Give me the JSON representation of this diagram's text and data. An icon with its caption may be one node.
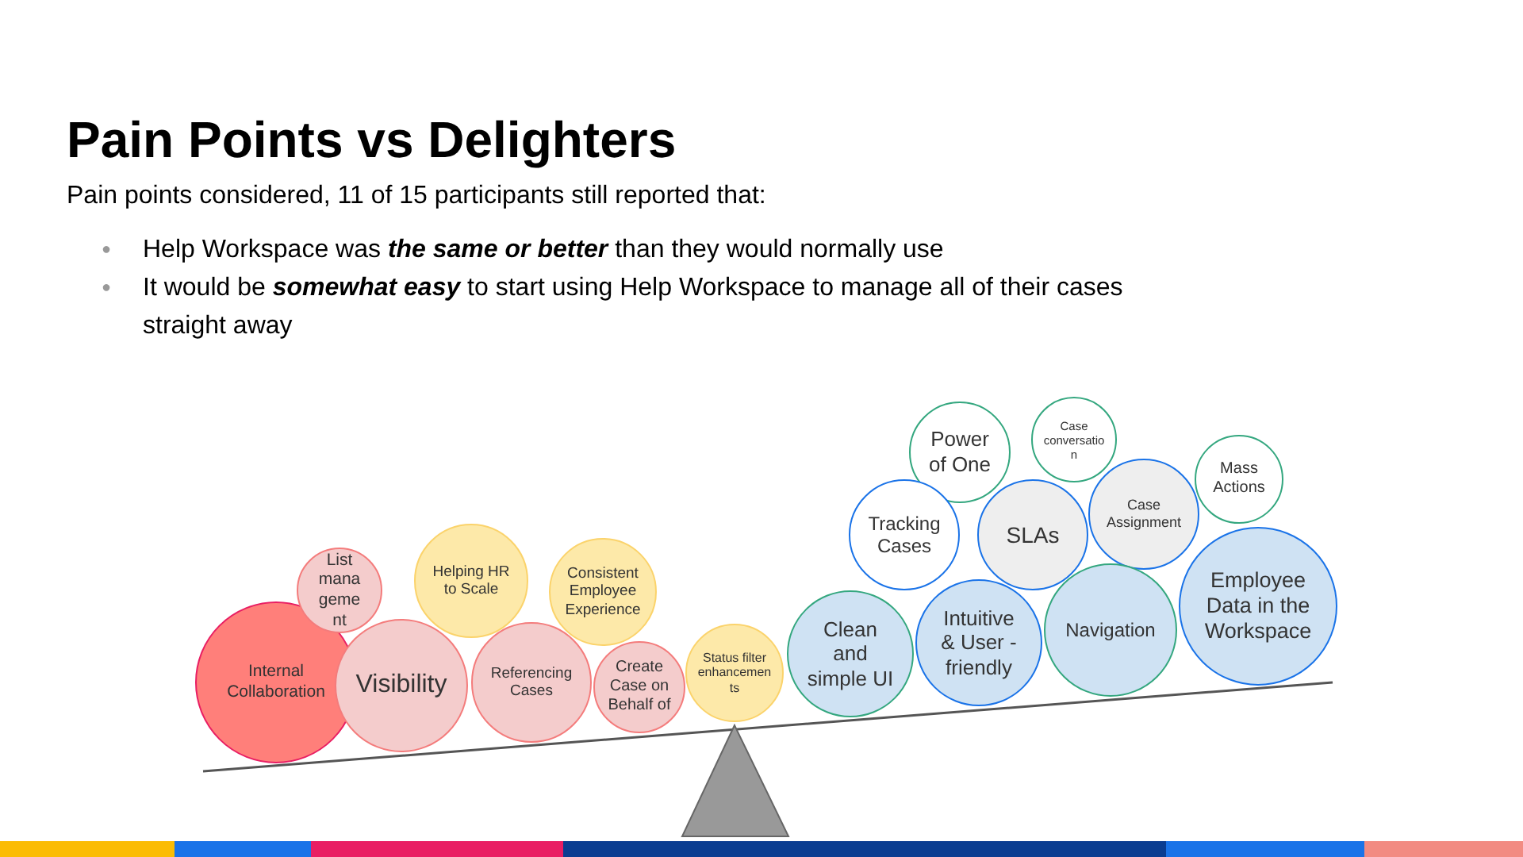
{
  "diagram": {
    "title": "Pain Points vs Delighters",
    "nodes": [
      {
        "text": [
          "Internal Collaboration"
        ]
      },
      {
        "text": [
          "List management"
        ]
      },
      {
        "text": [
          "Visibility"
        ]
      },
      {
        "text": [
          "Helping HR to Scale"
        ]
      },
      {
        "text": [
          "Consistent Employee Experience"
        ]
      },
      {
        "text": [
          "Referencing Cases"
        ]
      },
      {
        "text": [
          "Create Case on Behalf of"
        ]
      },
      {
        "text": [
          "Status filter enhancements"
        ]
      },
      {
        "text": [
          "Power of One"
        ]
      },
      {
        "text": [
          "Case conversation"
        ]
      },
      {
        "text": [
          "Mass Actions"
        ]
      },
      {
        "text": [
          "Tracking Cases"
        ]
      },
      {
        "text": [
          "SLAs"
        ]
      },
      {
        "text": [
          "Case Assignment"
        ]
      },
      {
        "text": [
          "Clean and simple UI"
        ]
      },
      {
        "text": [
          "Intuitive & User - friendly"
        ]
      },
      {
        "text": [
          "Navigation"
        ]
      },
      {
        "text": [
          "Employee Data in the Workspace"
        ]
      }
    ],
    "labels": [
      "Pain points considered, 11 of 15 participants still reported that:",
      "●",
      "Help Workspace was **the same or better** than they would normally use",
      "●",
      "It would be **somewhat easy** to start using Help Workspace to manage all of their cases straight away"
    ]
  }
}
